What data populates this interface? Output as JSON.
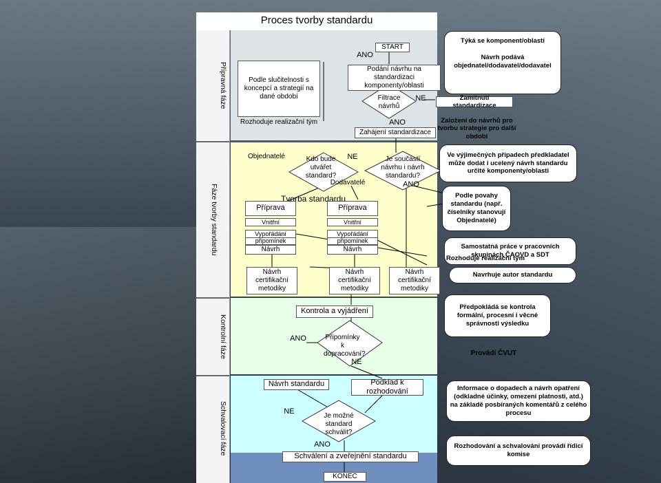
{
  "title": "Proces tvorby standardu",
  "phases": {
    "preparatory": "Přípravná fáze",
    "creation": "Fáze tvorby standardu",
    "control": "Kontrolní fáze",
    "approval": "Schvalovací fáze"
  },
  "prep": {
    "compat": "Podle slučitelnosti s koncepcí a strategií na dané období",
    "decides_team": "Rozhoduje realizační tým",
    "ano_top": "ANO",
    "start": "START",
    "submit": "Podání návrhu na standardizaci komponenty/oblasti",
    "filter": "Filtrace návrhů",
    "ne_filter": "NE",
    "ano_filter": "ANO",
    "begin": "Zahájení standardizace",
    "reject": "Zamítnutí standardizace",
    "basis": "Založení do návrhů pro tvorbu strategie pro další období",
    "note_scope": "Týká se komponent/oblastí",
    "note_submit": "Návrh podává objednatel/dodavatel/dodavatel"
  },
  "creation": {
    "clients": "Objednatelé",
    "who": "Kdo bude utvářet standard?",
    "suppliers": "Dodavatelé",
    "ne": "NE",
    "is_part": "Je součástí návrhu i návrh standardu?",
    "ano": "ANO",
    "creation_title": "Tvorba standardu",
    "prep1": "Příprava",
    "internal1": "Vnitřní",
    "settle1": "Vypořádání",
    "comments1": "připomínek",
    "draft1": "Návrh",
    "prep2": "Příprava",
    "internal2": "Vnitřní",
    "settle2": "Vypořádání",
    "comments2": "připomínek",
    "draft2": "Návrh",
    "cert1": "Návrh certifikační metodiky",
    "cert2": "Návrh certifikační metodiky",
    "cert3": "Návrh certifikační metodiky",
    "note_exception": "Ve výjimečných případech předkladatel může dodat i ucelený návrh standardu určité komponenty/oblasti",
    "note_nature": "Podle povahy standardu (např. číselníky stanovují Objednatelé)",
    "note_groups": "Samostatná práce v pracovních skupinách ČAOVD a SDT",
    "note_team": "Rozhoduje realizační tým",
    "note_author": "Navrhuje autor standardu"
  },
  "control": {
    "control_title": "Kontrola a vyjádření",
    "ano": "ANO",
    "question": "Připomínky k dopracování?",
    "ne": "NE",
    "note_check": "Předpokládá se kontrola formální, procesní i věcné správnosti výsledku",
    "note_cvut": "Provádí ČVUT"
  },
  "approval": {
    "draft": "Návrh standardu",
    "basis": "Podklad k rozhodování",
    "ne": "NE",
    "question": "Je možné standard schválit?",
    "ano": "ANO",
    "publish": "Schválení a zveřejnění standardu",
    "end": "KONEC",
    "note_info": "Informace o dopadech a návrh opatření (odkladné účinky, omezení platnosti, atd.) na základě posbíraných komentářů z celého procesu",
    "note_decide": "Rozhodování a schvalování provádí řídicí komise"
  },
  "colors": {
    "prep_panel": "#dde3e7",
    "creation_panel": "#ffffcc",
    "control_panel": "#e6ffe6",
    "approval_panel": "#ccffff",
    "bottom_bar": "#6f8fbf",
    "line": "#000000"
  }
}
